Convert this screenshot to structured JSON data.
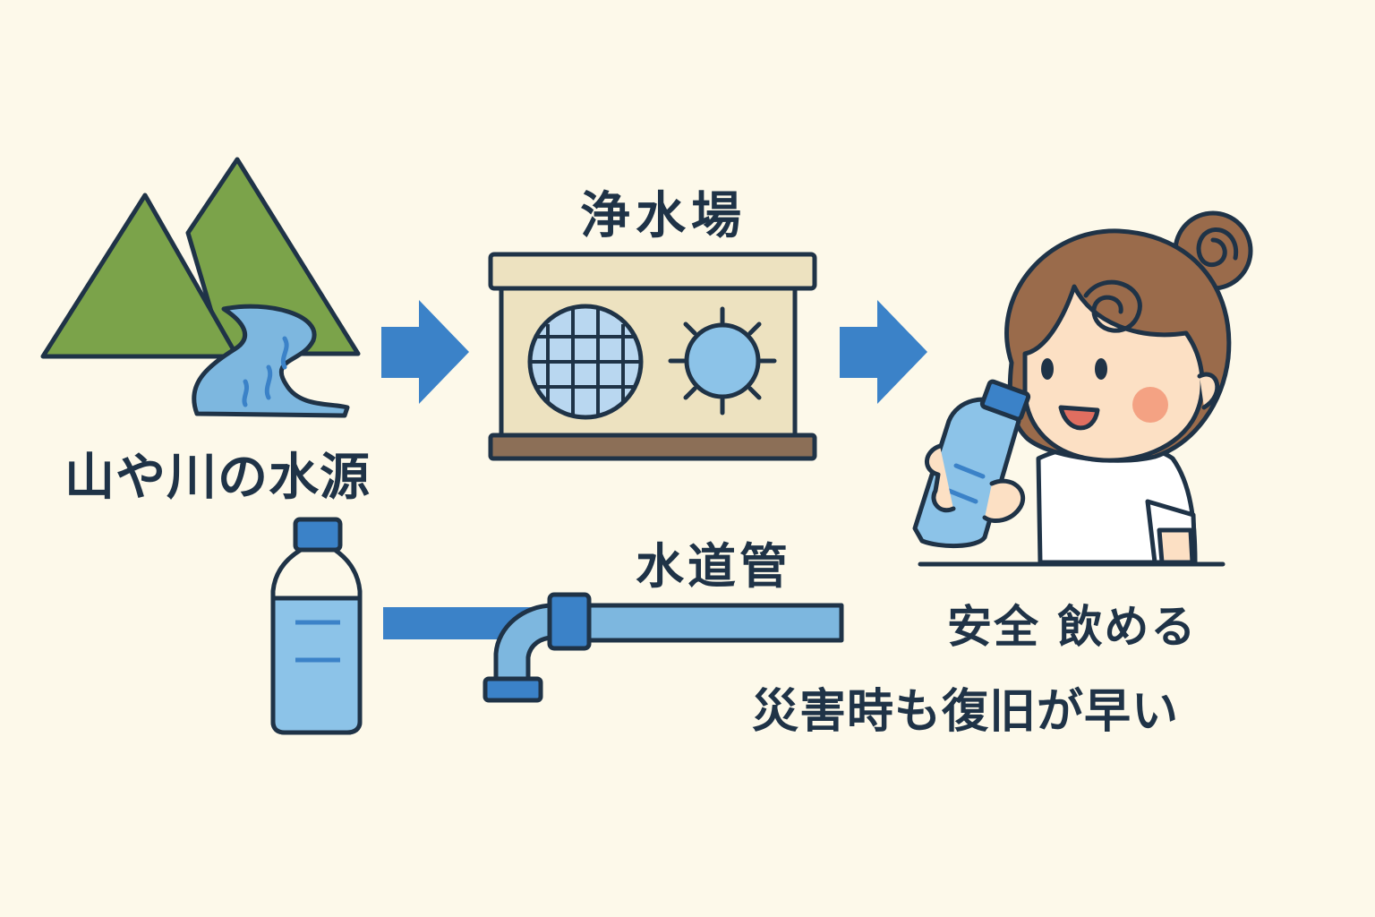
{
  "labels": {
    "source": "山や川の水源",
    "plant": "浄水場",
    "pipe": "水道管",
    "safe": "安全 飲める",
    "recovery": "災害時も復旧が早い"
  },
  "colors": {
    "background": "#FDF9EA",
    "outline": "#1F3347",
    "mountain": "#7BA34A",
    "water": "#7DB7DF",
    "arrow": "#3B82C8",
    "plant_body": "#EDE2C0",
    "plant_base": "#8C6F57",
    "hair": "#9A6B4B",
    "skin": "#FCE0C4",
    "cheek": "#F4A283",
    "bottle": "#8CC3E8"
  }
}
